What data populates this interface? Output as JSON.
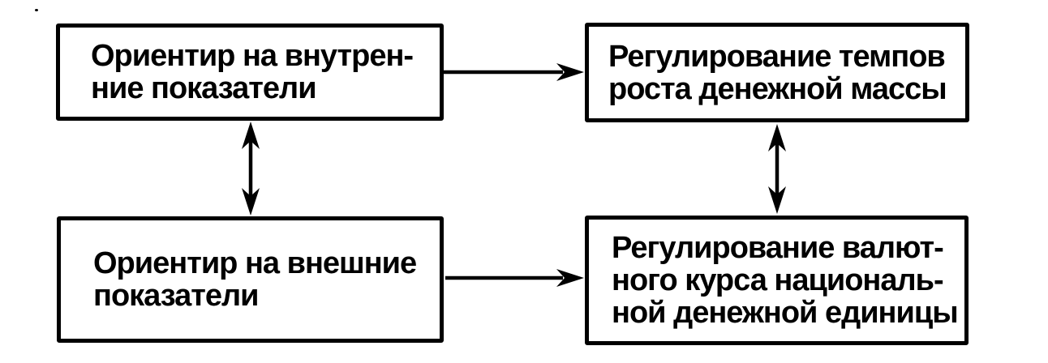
{
  "colors": {
    "ink": "#000000",
    "paper": "#ffffff"
  },
  "diagram_title": "",
  "boxes": {
    "internal_indicators": {
      "lines": [
        "Ориентир на внутрен-",
        "ние показатели"
      ]
    },
    "money_supply": {
      "lines": [
        "Регулирование темпов",
        "роста денежной массы"
      ]
    },
    "external_indicators": {
      "lines": [
        "Ориентир на внешние",
        "показатели"
      ]
    },
    "exchange_rate": {
      "lines": [
        "Регулирование валют-",
        "ного курса националь-",
        "ной денежной единицы"
      ]
    }
  },
  "connections": [
    {
      "from": "internal_indicators",
      "to": "money_supply",
      "bidirectional": false
    },
    {
      "from": "internal_indicators",
      "to": "external_indicators",
      "bidirectional": true
    },
    {
      "from": "money_supply",
      "to": "exchange_rate",
      "bidirectional": true
    },
    {
      "from": "external_indicators",
      "to": "exchange_rate",
      "bidirectional": false
    }
  ]
}
